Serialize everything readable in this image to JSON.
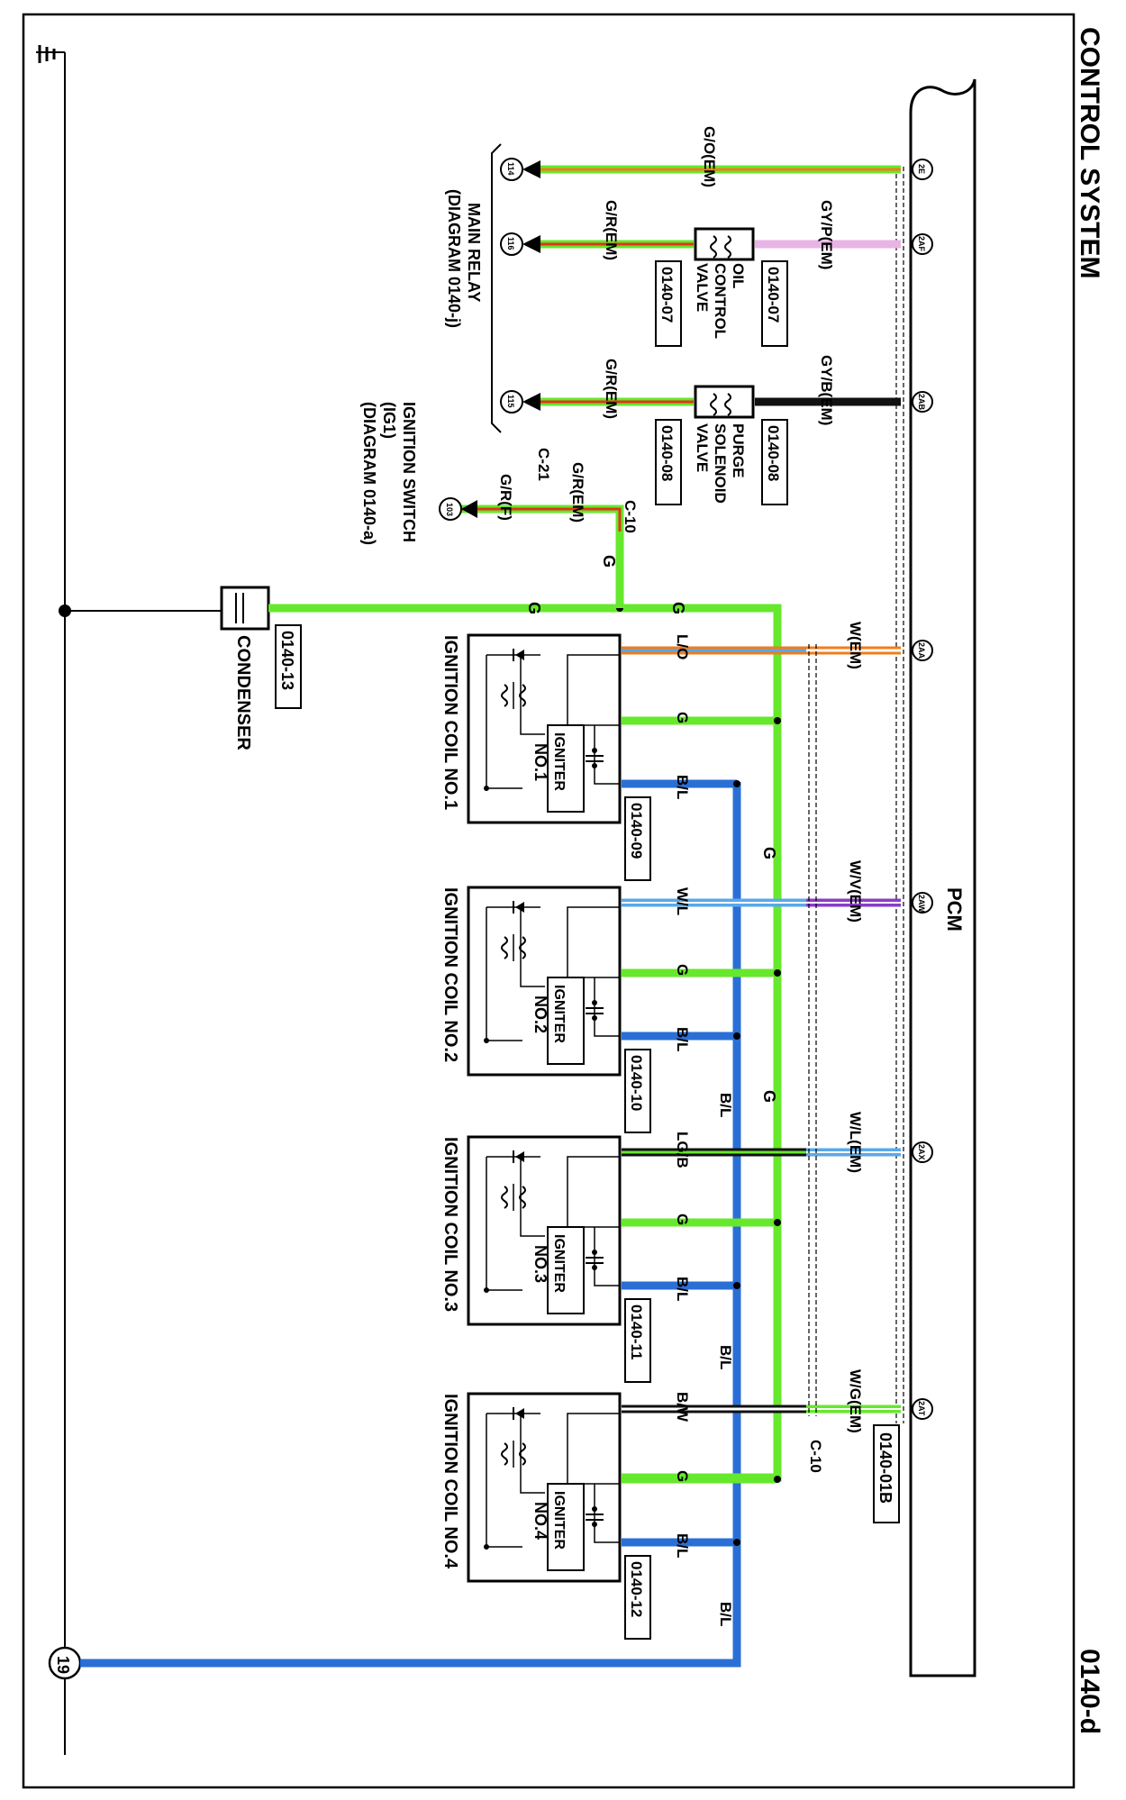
{
  "page": {
    "title": "CONTROL SYSTEM",
    "diagram_code": "0140-d"
  },
  "pcm": {
    "label": "PCM",
    "ref": "0140-01B"
  },
  "ground": {
    "number": "19"
  },
  "condenser": {
    "label": "CONDENSER",
    "ref": "0140-13"
  },
  "main_relay": {
    "label": "MAIN RELAY",
    "diagram": "(DIAGRAM 0140-j)"
  },
  "ignition_switch": {
    "line1": "IGNITION SWITCH",
    "line2": "(IG1)",
    "line3": "(DIAGRAM 0140-a)"
  },
  "connectors": {
    "c10_top": "C-10",
    "c21": "C-21",
    "c10_bottom": "C-10"
  },
  "circles": {
    "c114": "114",
    "c116": "116",
    "c115": "115",
    "c103": "103"
  },
  "wires": {
    "go_em": "G/O(EM)",
    "gyp_em": "GY/P(EM)",
    "gr_em_1": "G/R(EM)",
    "gyb_em": "GY/B(EM)",
    "gr_em_2": "G/R(EM)",
    "gr_em_3": "G/R(EM)",
    "gr_f": "G/R(F)",
    "w_em": "W(EM)",
    "wv_em": "W/V(EM)",
    "wl_em": "W/L(EM)",
    "wg_em": "W/G(EM)",
    "g_main": "G",
    "g_vert": "G",
    "g_bus": "G",
    "g_rail1": "G",
    "g_rail2": "G",
    "lo": "L/O",
    "wl": "W/L",
    "lgb": "LG/B",
    "bw": "B/W",
    "bl_rail1": "B/L",
    "bl_rail2": "B/L",
    "bl_rail3": "B/L"
  },
  "pcm_pins": {
    "p2e": "2E",
    "p2af": "2AF",
    "p2ab": "2AB",
    "p2aa": "2AA",
    "p2aw": "2AW",
    "p2ax": "2AX",
    "p2at": "2AT"
  },
  "oil_control_valve": {
    "line1": "OIL",
    "line2": "CONTROL",
    "line3": "VALVE",
    "ref_a": "0140-07",
    "ref_b": "0140-07"
  },
  "purge_solenoid_valve": {
    "line1": "PURGE",
    "line2": "SOLENOID",
    "line3": "VALVE",
    "ref_a": "0140-08",
    "ref_b": "0140-08"
  },
  "coils": [
    {
      "label": "IGNITION COIL NO.1",
      "no": "NO.1",
      "igniter": "IGNITER",
      "ref": "0140-09",
      "g": "G",
      "bl": "B/L"
    },
    {
      "label": "IGNITION COIL NO.2",
      "no": "NO.2",
      "igniter": "IGNITER",
      "ref": "0140-10",
      "g": "G",
      "bl": "B/L"
    },
    {
      "label": "IGNITION COIL NO.3",
      "no": "NO.3",
      "igniter": "IGNITER",
      "ref": "0140-11",
      "g": "G",
      "bl": "B/L"
    },
    {
      "label": "IGNITION COIL NO.4",
      "no": "NO.4",
      "igniter": "IGNITER",
      "ref": "0140-12",
      "g": "G",
      "bl": "B/L"
    }
  ],
  "colors": {
    "green": "#66e82c",
    "blue": "#2a6fd6",
    "orange": "#f07c1e",
    "red": "#e3341c",
    "pink": "#e8b4e6",
    "violet": "#8a3cc8",
    "lightblue": "#5aa8e8",
    "black": "#111111"
  }
}
